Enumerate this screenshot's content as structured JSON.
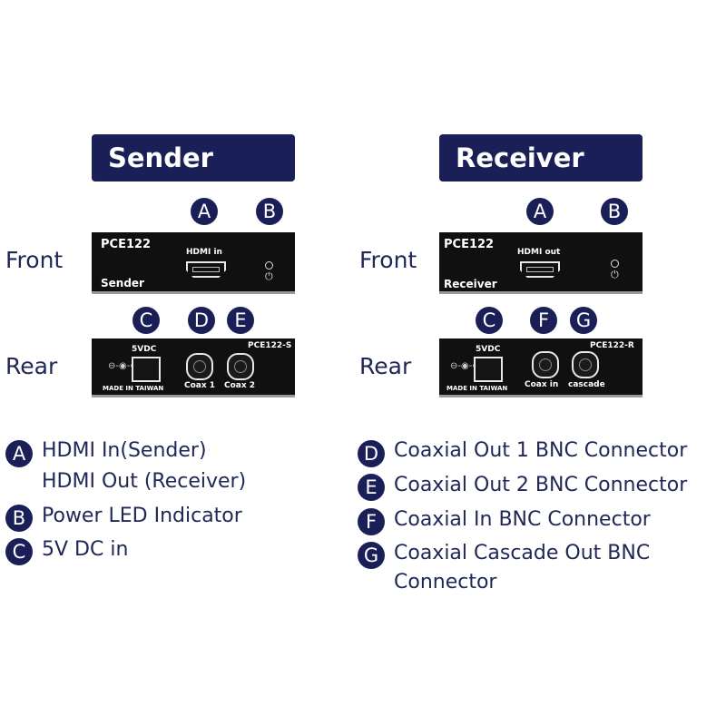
{
  "sender": {
    "title": "Sender",
    "front_label": "Front",
    "rear_label": "Rear",
    "front_markers": [
      "A",
      "B"
    ],
    "rear_markers": [
      "C",
      "D",
      "E"
    ],
    "front_panel": {
      "model": "PCE122",
      "role": "Sender",
      "port_label": "HDMI in"
    },
    "rear_panel": {
      "model": "PCE122-S",
      "power_label": "5VDC",
      "origin": "MADE IN TAIWAN",
      "port1": "Coax 1",
      "port2": "Coax 2"
    }
  },
  "receiver": {
    "title": "Receiver",
    "front_label": "Front",
    "rear_label": "Rear",
    "front_markers": [
      "A",
      "B"
    ],
    "rear_markers": [
      "C",
      "F",
      "G"
    ],
    "front_panel": {
      "model": "PCE122",
      "role": "Receiver",
      "port_label": "HDMI out"
    },
    "rear_panel": {
      "model": "PCE122-R",
      "power_label": "5VDC",
      "origin": "MADE IN TAIWAN",
      "port1": "Coax in",
      "port2": "cascade"
    }
  },
  "legend_left": [
    {
      "letter": "A",
      "text": "HDMI In(Sender)",
      "text2": "HDMI Out (Receiver)"
    },
    {
      "letter": "B",
      "text": "Power LED Indicator"
    },
    {
      "letter": "C",
      "text": "5V DC in"
    }
  ],
  "legend_right": [
    {
      "letter": "D",
      "text": "Coaxial Out 1 BNC Connector"
    },
    {
      "letter": "E",
      "text": "Coaxial Out 2 BNC Connector"
    },
    {
      "letter": "F",
      "text": "Coaxial In BNC Connector"
    },
    {
      "letter": "G",
      "text": "Coaxial Cascade Out BNC",
      "text2": "Connector"
    }
  ],
  "colors": {
    "navy": "#1b1f57",
    "panel": "#101010",
    "text": "#1e2756"
  }
}
